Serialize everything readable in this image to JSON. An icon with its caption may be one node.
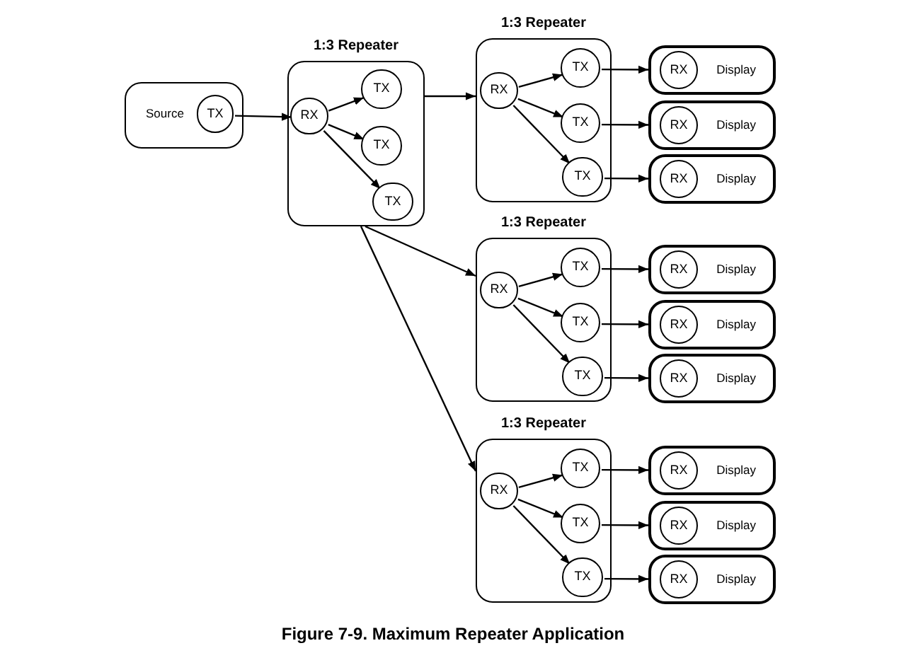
{
  "diagram": {
    "caption": "Figure 7-9. Maximum Repeater Application",
    "nodes": [
      {
        "text": [
          "Source"
        ]
      },
      {
        "text": [
          "TX"
        ],
        "in": 0
      },
      {
        "text": [
          "1:3 Repeater"
        ]
      },
      {
        "text": [
          "RX"
        ],
        "in": 2
      },
      {
        "text": [
          "TX"
        ],
        "in": 2
      },
      {
        "text": [
          "TX"
        ],
        "in": 2
      },
      {
        "text": [
          "TX"
        ],
        "in": 2
      },
      {
        "text": [
          "1:3 Repeater"
        ]
      },
      {
        "text": [
          "RX"
        ],
        "in": 7
      },
      {
        "text": [
          "TX"
        ],
        "in": 7
      },
      {
        "text": [
          "TX"
        ],
        "in": 7
      },
      {
        "text": [
          "TX"
        ],
        "in": 7
      },
      {
        "text": [
          "Display"
        ]
      },
      {
        "text": [
          "RX"
        ],
        "in": 12
      },
      {
        "text": [
          "Display"
        ]
      },
      {
        "text": [
          "RX"
        ],
        "in": 14
      },
      {
        "text": [
          "Display"
        ]
      },
      {
        "text": [
          "RX"
        ],
        "in": 16
      },
      {
        "text": [
          "1:3 Repeater"
        ]
      },
      {
        "text": [
          "RX"
        ],
        "in": 18
      },
      {
        "text": [
          "TX"
        ],
        "in": 18
      },
      {
        "text": [
          "TX"
        ],
        "in": 18
      },
      {
        "text": [
          "TX"
        ],
        "in": 18
      },
      {
        "text": [
          "Display"
        ]
      },
      {
        "text": [
          "RX"
        ],
        "in": 23
      },
      {
        "text": [
          "Display"
        ]
      },
      {
        "text": [
          "RX"
        ],
        "in": 25
      },
      {
        "text": [
          "Display"
        ]
      },
      {
        "text": [
          "RX"
        ],
        "in": 27
      },
      {
        "text": [
          "1:3 Repeater"
        ]
      },
      {
        "text": [
          "RX"
        ],
        "in": 29
      },
      {
        "text": [
          "TX"
        ],
        "in": 29
      },
      {
        "text": [
          "TX"
        ],
        "in": 29
      },
      {
        "text": [
          "TX"
        ],
        "in": 29
      },
      {
        "text": [
          "Display"
        ]
      },
      {
        "text": [
          "RX"
        ],
        "in": 34
      },
      {
        "text": [
          "Display"
        ]
      },
      {
        "text": [
          "RX"
        ],
        "in": 36
      },
      {
        "text": [
          "Display"
        ]
      },
      {
        "text": [
          "RX"
        ],
        "in": 38
      }
    ],
    "edges": [
      {
        "from": 1,
        "to": 3,
        "arrow": "to"
      },
      {
        "from": 3,
        "to": 4,
        "arrow": "to"
      },
      {
        "from": 3,
        "to": 5,
        "arrow": "to"
      },
      {
        "from": 3,
        "to": 6,
        "arrow": "to"
      },
      {
        "from": 2,
        "to": 7,
        "arrow": "to"
      },
      {
        "from": 2,
        "to": 18,
        "arrow": "to"
      },
      {
        "from": 2,
        "to": 29,
        "arrow": "to"
      },
      {
        "from": 8,
        "to": 9,
        "arrow": "to"
      },
      {
        "from": 8,
        "to": 10,
        "arrow": "to"
      },
      {
        "from": 8,
        "to": 11,
        "arrow": "to"
      },
      {
        "from": 9,
        "to": 12,
        "arrow": "to"
      },
      {
        "from": 10,
        "to": 14,
        "arrow": "to"
      },
      {
        "from": 11,
        "to": 16,
        "arrow": "to"
      },
      {
        "from": 19,
        "to": 20,
        "arrow": "to"
      },
      {
        "from": 19,
        "to": 21,
        "arrow": "to"
      },
      {
        "from": 19,
        "to": 22,
        "arrow": "to"
      },
      {
        "from": 20,
        "to": 23,
        "arrow": "to"
      },
      {
        "from": 21,
        "to": 25,
        "arrow": "to"
      },
      {
        "from": 22,
        "to": 27,
        "arrow": "to"
      },
      {
        "from": 30,
        "to": 31,
        "arrow": "to"
      },
      {
        "from": 30,
        "to": 32,
        "arrow": "to"
      },
      {
        "from": 30,
        "to": 33,
        "arrow": "to"
      },
      {
        "from": 31,
        "to": 34,
        "arrow": "to"
      },
      {
        "from": 32,
        "to": 36,
        "arrow": "to"
      },
      {
        "from": 33,
        "to": 38,
        "arrow": "to"
      }
    ]
  }
}
